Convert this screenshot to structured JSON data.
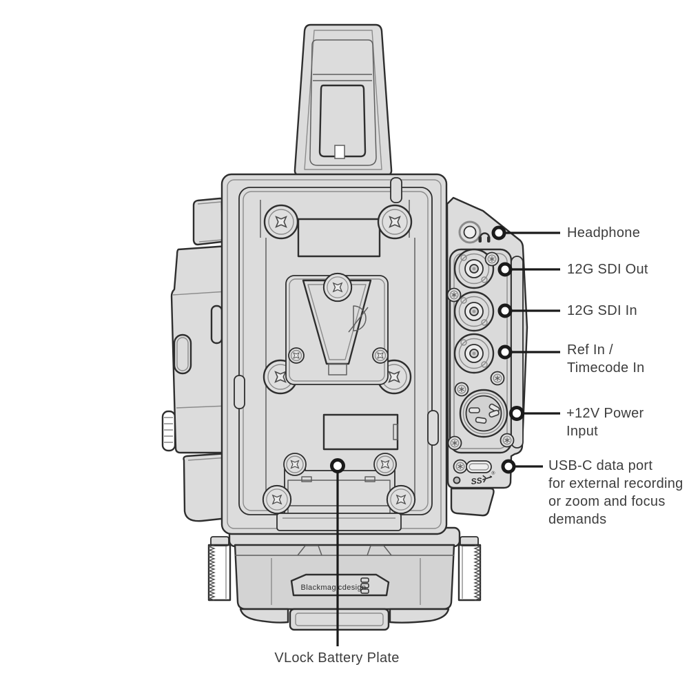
{
  "diagram": {
    "callouts": {
      "headphone": {
        "text": "Headphone"
      },
      "sdi_out": {
        "text": "12G SDI Out"
      },
      "sdi_in": {
        "text": "12G SDI In"
      },
      "ref_timecode": {
        "line1": "Ref In /",
        "line2": "Timecode In"
      },
      "power": {
        "line1": "+12V Power",
        "line2": "Input"
      },
      "usb_c": {
        "line1": "USB-C data port",
        "line2": "for external recording",
        "line3": "or zoom and focus",
        "line4": "demands"
      },
      "vlock": {
        "text": "VLock Battery Plate"
      }
    },
    "branding": {
      "logo_text": "Blackmagicdesign"
    },
    "markings": {
      "usb_speed": "SS",
      "usb_reg": "®"
    },
    "colors": {
      "body": "#dcdcdc",
      "base": "#d3d3d3",
      "outline": "#2e2e2e",
      "label_text": "#3d3d3d",
      "leader": "#1a1a1a"
    }
  }
}
